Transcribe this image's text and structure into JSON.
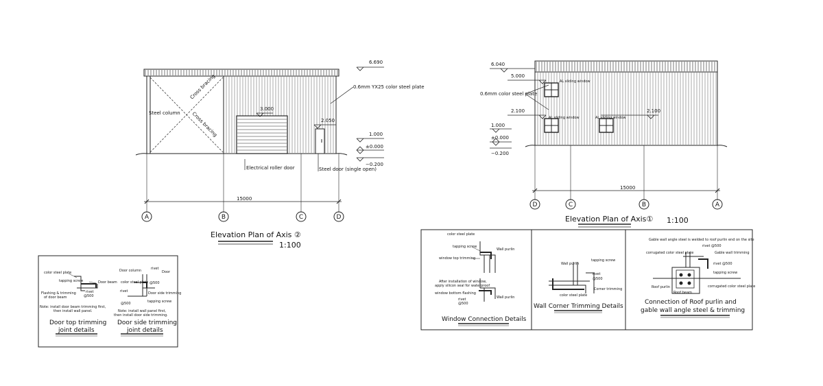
{
  "left_elevation": {
    "title": "Elevation Plan of Axis ②",
    "scale": "1:100",
    "level_top": "6.690",
    "level_door": "3.000",
    "level_steel_door": "2.050",
    "level_1000": "1.000",
    "level_zero": "±0.000",
    "level_minus": "−0.200",
    "plate_label": "0.6mm YX25 color steel plate",
    "steel_column": "Steel column",
    "cross_bracing_1": "Cross bracing",
    "cross_bracing_2": "Cross bracing",
    "roller_door": "Electrical roller door",
    "steel_door": "Steel door (single open)",
    "dimension": "15000",
    "axes": [
      "A",
      "B",
      "C",
      "D"
    ]
  },
  "right_elevation": {
    "title": "Elevation Plan of Axis①",
    "scale": "1:100",
    "level_top": "6.040",
    "level_5000": "5.000",
    "level_2100a": "2.100",
    "level_2100b": "2.100",
    "level_1000": "1.000",
    "level_zero": "±0.000",
    "level_minus": "−0.200",
    "plate_label": "0.6mm color steel plate",
    "window_upper": "AL sliding window",
    "window_lower": "AL sliding window",
    "window_right": "AL sliding window",
    "dimension": "15000",
    "axes": [
      "D",
      "C",
      "B",
      "A"
    ]
  },
  "door_details": {
    "top_title_1": "Door top trimming",
    "top_title_2": "joint details",
    "side_title_1": "Door side trimming",
    "side_title_2": "joint details",
    "color_steel_plate": "color steel plate",
    "tapping_screw": "tapping screw",
    "door_beam": "Door beam",
    "flashing_1": "Flashing & trimming",
    "flashing_2": "of door beam",
    "rivet": "rivet",
    "rivet_spacing": "@500",
    "note_top_1": "Note: install door beam trimming first,",
    "note_top_2": "then install wall panel.",
    "door_column": "Door column",
    "door": "Door",
    "color_steel_plate_2": "color steel plate",
    "rivet_2": "rivet",
    "rivet_spacing_2": "@500",
    "door_side_trimming": "Door side trimming",
    "rivet_3": "rivet",
    "rivet_spacing_3": "@500",
    "tapping_screw_2": "tapping screw",
    "note_side_1": "Note: install wall panel first,",
    "note_side_2": "then install door side trimming."
  },
  "window_details": {
    "title": "Window Connection Details",
    "color_steel_plate": "color steel plate",
    "tapping_screw": "tapping screw",
    "wall_purlin": "Wall purlin",
    "window_top_trimming": "window top trimming",
    "note_1": "After installation of window,",
    "note_2": "apply silicon seal for waterproof",
    "window_bottom_flashing": "window bottom flashing",
    "rivet": "rivet",
    "rivet_spacing": "@500",
    "wall_purlin_2": "Wall purlin"
  },
  "corner_details": {
    "title": "Wall Corner Trimming Details",
    "wall_purlin": "Wall purlin",
    "tapping_screw": "tapping screw",
    "rivet": "rivet",
    "rivet_spacing": "@500",
    "corner_trimming": "Corner trimming",
    "color_steel_plate": "color steel plate"
  },
  "roof_details": {
    "title_1": "Connection of Roof purlin and",
    "title_2": "gable wall angle steel & trimming",
    "note": "Gable wall angle steel is welded to roof purlin end on the site",
    "rivet": "rivet @500",
    "corrugated_1": "corrugated color steel plate",
    "gable_trimming": "Gable wall trimming",
    "rivet_2": "rivet @500",
    "tapping_screw": "tapping screw",
    "roof_purlin": "Roof purlin",
    "roof_beam": "Roof beam",
    "corrugated_2": "corrugated color steel plate"
  }
}
